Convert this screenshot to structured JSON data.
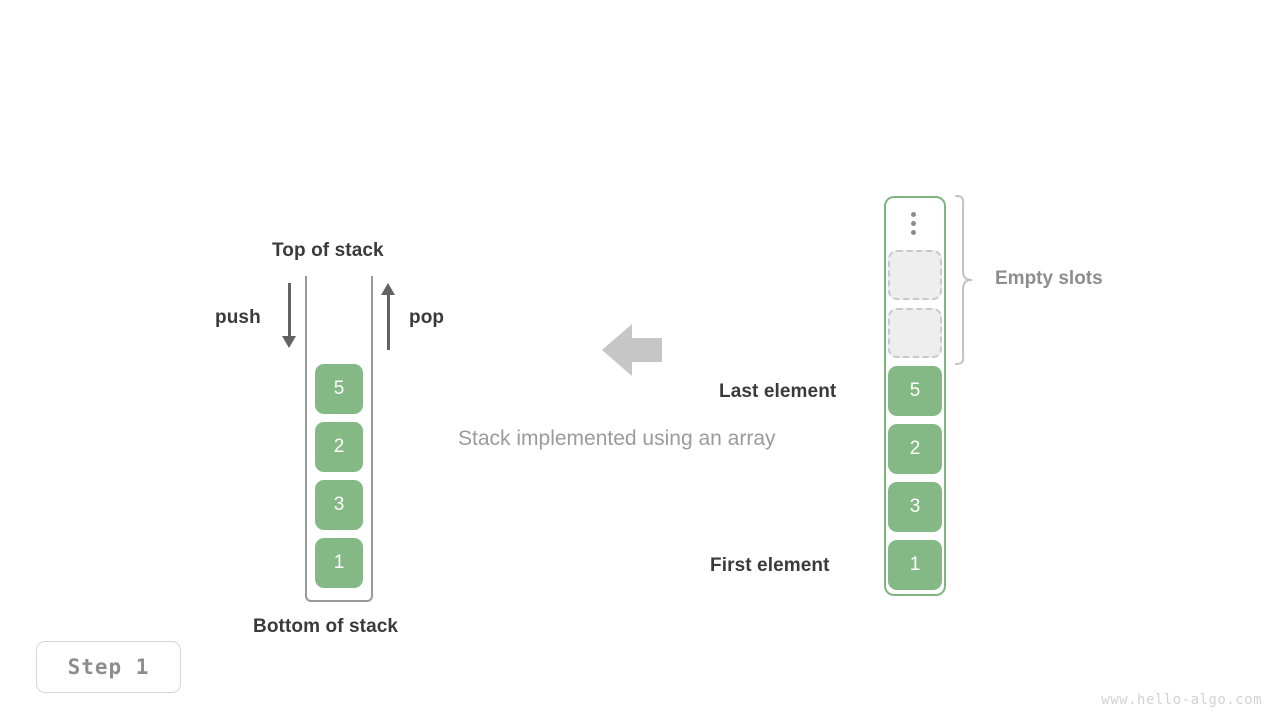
{
  "diagram": {
    "caption": "Stack implemented using an array",
    "watermark": "www.hello-algo.com",
    "step_badge": "Step 1",
    "colors": {
      "element_fill": "#84b884",
      "element_text": "#ffffff",
      "stack_border": "#9a9a9a",
      "array_border": "#7fb67f",
      "empty_slot_fill": "#eeeeee",
      "empty_slot_border": "#c9c9c9",
      "label_dark": "#3a3a3a",
      "label_gray": "#8d8d8d",
      "caption_gray": "#9b9b9b",
      "arrow_gray": "#636363",
      "block_arrow_gray": "#c6c6c6",
      "watermark_gray": "#d2d2d2"
    }
  },
  "left_stack": {
    "top_label": "Top of stack",
    "bottom_label": "Bottom of stack",
    "push_label": "push",
    "pop_label": "pop",
    "elements": [
      {
        "value": "5"
      },
      {
        "value": "2"
      },
      {
        "value": "3"
      },
      {
        "value": "1"
      }
    ]
  },
  "right_array": {
    "empty_slots_label": "Empty slots",
    "last_element_label": "Last element",
    "first_element_label": "First element",
    "ellipsis_icon": "vertical-ellipsis-icon",
    "empty_slot_count": 2,
    "elements": [
      {
        "value": "5"
      },
      {
        "value": "2"
      },
      {
        "value": "3"
      },
      {
        "value": "1"
      }
    ]
  }
}
